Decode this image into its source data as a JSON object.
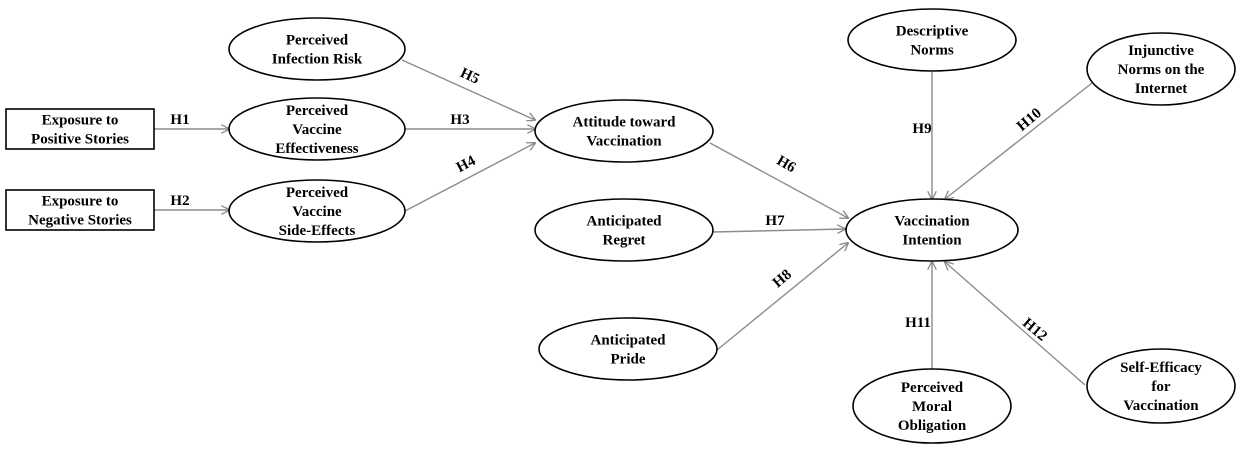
{
  "nodes": [
    {
      "id": "exposure_positive",
      "shape": "rect",
      "lines": [
        "Exposure to",
        "Positive Stories"
      ]
    },
    {
      "id": "exposure_negative",
      "shape": "rect",
      "lines": [
        "Exposure to",
        "Negative Stories"
      ]
    },
    {
      "id": "infection_risk",
      "shape": "ellipse",
      "lines": [
        "Perceived",
        "Infection Risk"
      ]
    },
    {
      "id": "vaccine_effectiveness",
      "shape": "ellipse",
      "lines": [
        "Perceived",
        "Vaccine",
        "Effectiveness"
      ]
    },
    {
      "id": "side_effects",
      "shape": "ellipse",
      "lines": [
        "Perceived",
        "Vaccine",
        "Side-Effects"
      ]
    },
    {
      "id": "attitude",
      "shape": "ellipse",
      "lines": [
        "Attitude toward",
        "Vaccination"
      ]
    },
    {
      "id": "regret",
      "shape": "ellipse",
      "lines": [
        "Anticipated",
        "Regret"
      ]
    },
    {
      "id": "pride",
      "shape": "ellipse",
      "lines": [
        "Anticipated",
        "Pride"
      ]
    },
    {
      "id": "intention",
      "shape": "ellipse",
      "lines": [
        "Vaccination",
        "Intention"
      ]
    },
    {
      "id": "descriptive_norms",
      "shape": "ellipse",
      "lines": [
        "Descriptive",
        "Norms"
      ]
    },
    {
      "id": "injunctive_norms",
      "shape": "ellipse",
      "lines": [
        "Injunctive",
        "Norms on the",
        "Internet"
      ]
    },
    {
      "id": "moral_obligation",
      "shape": "ellipse",
      "lines": [
        "Perceived",
        "Moral",
        "Obligation"
      ]
    },
    {
      "id": "self_efficacy",
      "shape": "ellipse",
      "lines": [
        "Self-Efficacy",
        "for",
        "Vaccination"
      ]
    }
  ],
  "edges": [
    {
      "from": "exposure_positive",
      "to": "vaccine_effectiveness",
      "label": "H1"
    },
    {
      "from": "exposure_negative",
      "to": "side_effects",
      "label": "H2"
    },
    {
      "from": "vaccine_effectiveness",
      "to": "attitude",
      "label": "H3"
    },
    {
      "from": "side_effects",
      "to": "attitude",
      "label": "H4"
    },
    {
      "from": "infection_risk",
      "to": "attitude",
      "label": "H5"
    },
    {
      "from": "attitude",
      "to": "intention",
      "label": "H6"
    },
    {
      "from": "regret",
      "to": "intention",
      "label": "H7"
    },
    {
      "from": "pride",
      "to": "intention",
      "label": "H8"
    },
    {
      "from": "descriptive_norms",
      "to": "intention",
      "label": "H9"
    },
    {
      "from": "injunctive_norms",
      "to": "intention",
      "label": "H10"
    },
    {
      "from": "moral_obligation",
      "to": "intention",
      "label": "H11"
    },
    {
      "from": "self_efficacy",
      "to": "intention",
      "label": "H12"
    }
  ],
  "colors": {
    "edge": "#8c8c8c",
    "outline": "#000000",
    "text": "#000000",
    "background": "#ffffff"
  }
}
